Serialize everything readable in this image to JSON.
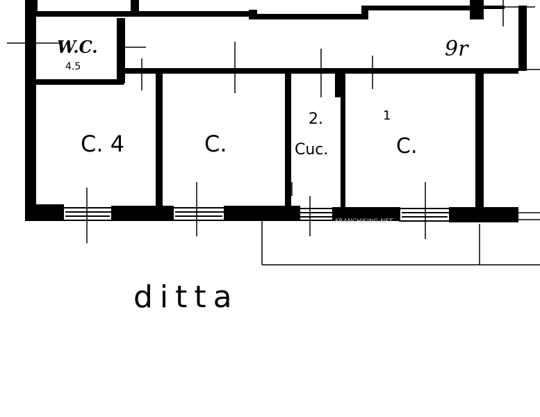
{
  "plan": {
    "rooms": [
      {
        "id": "wc",
        "label": "W.C.",
        "sub": "4.5"
      },
      {
        "id": "room-1",
        "label": "C. 4",
        "sub": ""
      },
      {
        "id": "room-2",
        "label": "C.",
        "sub": ""
      },
      {
        "id": "kitchen",
        "label": "Cuc.",
        "sub": "2."
      },
      {
        "id": "room-3",
        "label": "C.",
        "sub": "1"
      }
    ],
    "corridor_mark": "9r",
    "caption": "ditta",
    "watermark": "FRANCHISING.NET"
  },
  "colors": {
    "ink": "#000000",
    "paper": "#ffffff",
    "watermark": "#cfcfcf"
  }
}
